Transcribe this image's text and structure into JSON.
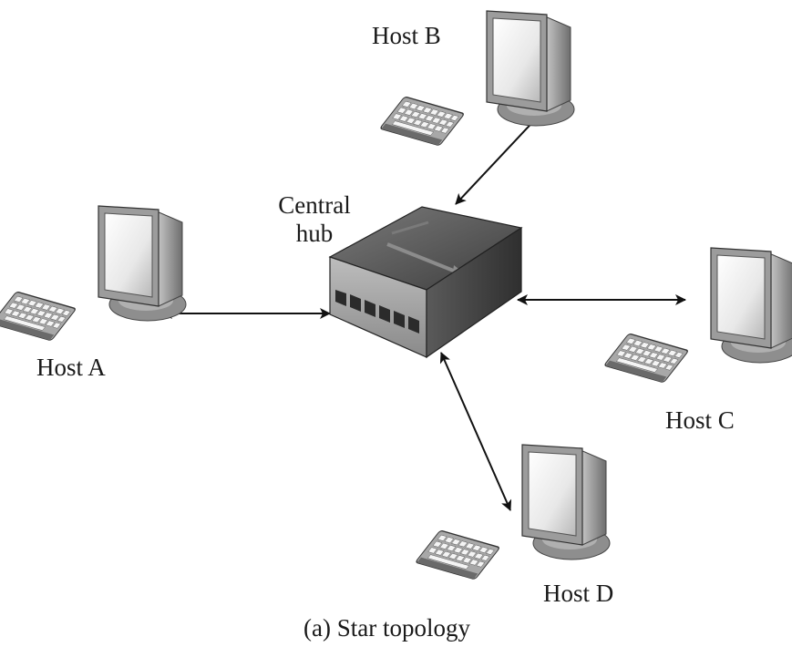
{
  "caption": "(a) Star topology",
  "hub": {
    "label_line1": "Central",
    "label_line2": "hub"
  },
  "hosts": {
    "a": {
      "label": "Host A"
    },
    "b": {
      "label": "Host B"
    },
    "c": {
      "label": "Host C"
    },
    "d": {
      "label": "Host D"
    }
  },
  "icons": {
    "host": "desktop-computer-icon",
    "hub": "network-hub-icon",
    "link": "bidirectional-arrow"
  },
  "colors": {
    "line": "#111111",
    "device_gray": "#9a9a9a",
    "device_dark": "#555555",
    "screen_light": "#ededed"
  }
}
